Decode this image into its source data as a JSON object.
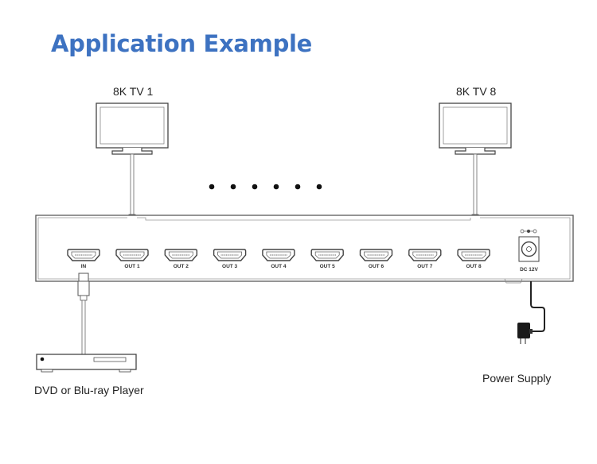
{
  "title": "Application Example",
  "devices": {
    "tv_first": {
      "label": "8K TV 1"
    },
    "tv_last": {
      "label": "8K TV 8"
    },
    "source": {
      "label": "DVD or Blu-ray Player"
    },
    "power": {
      "label": "Power Supply"
    }
  },
  "splitter": {
    "input_port": "IN",
    "output_ports": [
      "OUT 1",
      "OUT 2",
      "OUT 3",
      "OUT 4",
      "OUT 5",
      "OUT 6",
      "OUT 7",
      "OUT 8"
    ],
    "power_port": "DC 12V"
  },
  "ellipsis_dots": 6,
  "colors": {
    "title": "#3d72c1",
    "line": "#555555",
    "cable": "#222222"
  }
}
